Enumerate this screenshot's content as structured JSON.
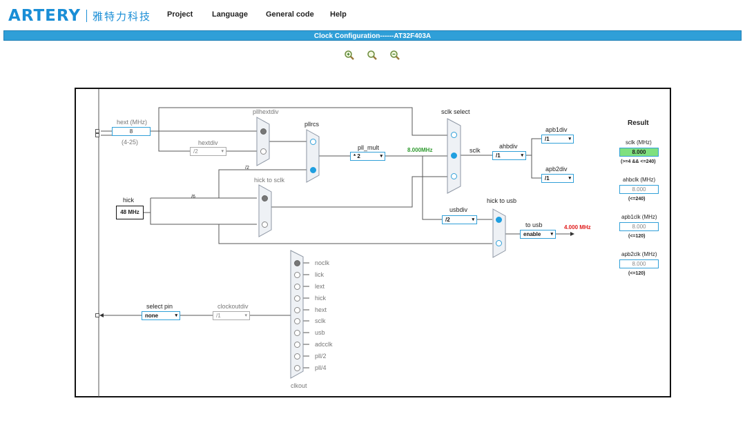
{
  "header": {
    "logo_text": "ARTERY",
    "logo_cn": "雅特力科技",
    "menu": [
      "Project",
      "Language",
      "General code",
      "Help"
    ]
  },
  "title": "Clock Configuration------AT32F403A",
  "zoom_icons": [
    "zoom-in-icon",
    "zoom-reset-icon",
    "zoom-out-icon"
  ],
  "clock": {
    "hext_label": "hext (MHz)",
    "hext_value": "8",
    "hext_range": "(4-25)",
    "hextdiv_label": "hextdiv",
    "hextdiv_value": "/2",
    "pllhextdiv_label": "pllhextdiv",
    "pllrcs_label": "pllrcs",
    "div2_label": "/2",
    "hick_to_sclk_label": "hick to sclk",
    "hick_label": "hick",
    "hick_value": "48 MHz",
    "div6_label": "/6",
    "pll_mult_label": "pll_mult",
    "pll_mult_value": "* 2",
    "pll_freq": "8.000MHz",
    "sclk_select_label": "sclk select",
    "sclk_label": "sclk",
    "ahbdiv_label": "ahbdiv",
    "ahbdiv_value": "/1",
    "apb1div_label": "apb1div",
    "apb1div_value": "/1",
    "apb2div_label": "apb2div",
    "apb2div_value": "/1",
    "usbdiv_label": "usbdiv",
    "usbdiv_value": "/2",
    "hick_to_usb_label": "hick to usb",
    "to_usb_label": "to usb",
    "to_usb_value": "enable",
    "usb_freq": "4.000 MHz",
    "select_pin_label": "select pin",
    "select_pin_value": "none",
    "clockoutdiv_label": "clockoutdiv",
    "clockoutdiv_value": "/1",
    "clkout_label": "clkout",
    "clkout_options": [
      "noclk",
      "lick",
      "lext",
      "hick",
      "hext",
      "sclk",
      "usb",
      "adcclk",
      "pll/2",
      "pll/4"
    ]
  },
  "result": {
    "title": "Result",
    "items": [
      {
        "label": "sclk (MHz)",
        "value": "8.000",
        "constraint": "(>=4 && <=240)"
      },
      {
        "label": "ahbclk (MHz)",
        "value": "8.000",
        "constraint": "(<=240)"
      },
      {
        "label": "apb1clk (MHz)",
        "value": "8.000",
        "constraint": "(<=120)"
      },
      {
        "label": "apb2clk (MHz)",
        "value": "8.000",
        "constraint": "(<=120)"
      }
    ]
  },
  "colors": {
    "accent": "#2f9fd8",
    "ok_green": "#7fe07f",
    "freq_green": "#2e9a2e",
    "freq_red": "#e01b1b"
  }
}
